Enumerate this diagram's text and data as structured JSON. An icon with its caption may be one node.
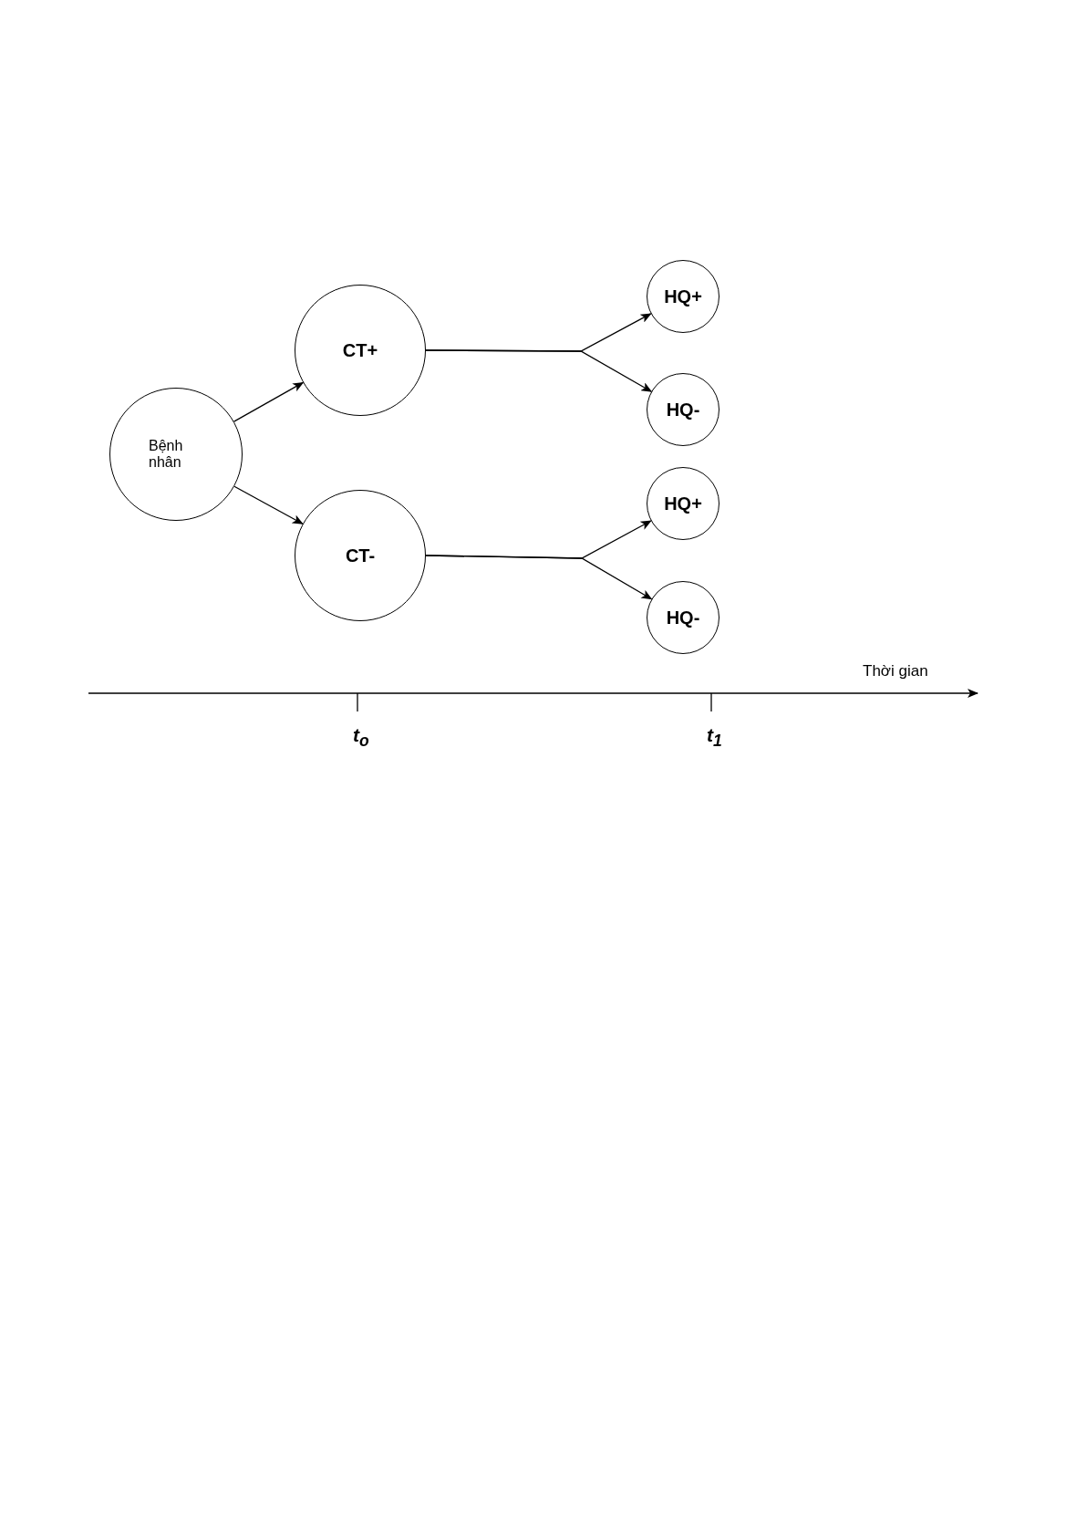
{
  "diagram": {
    "nodes": [
      {
        "text": [
          "Bệnh nhân"
        ]
      },
      {
        "text": [
          "CT+"
        ]
      },
      {
        "text": [
          "CT-"
        ]
      },
      {
        "text": [
          "HQ+"
        ]
      },
      {
        "text": [
          "HQ-"
        ]
      },
      {
        "text": [
          "HQ+"
        ]
      },
      {
        "text": [
          "HQ-"
        ]
      }
    ],
    "edges": [
      {
        "from": 0,
        "to": 1,
        "arrow": "to"
      },
      {
        "from": 0,
        "to": 2,
        "arrow": "to"
      },
      {
        "from": 1,
        "to": 3,
        "arrow": "to"
      },
      {
        "from": 1,
        "to": 4,
        "arrow": "to"
      },
      {
        "from": 2,
        "to": 5,
        "arrow": "to"
      },
      {
        "from": 2,
        "to": 6,
        "arrow": "to"
      }
    ],
    "labels": [
      "Thời gian",
      "t$_{o}$",
      "t$_{1}$"
    ]
  }
}
